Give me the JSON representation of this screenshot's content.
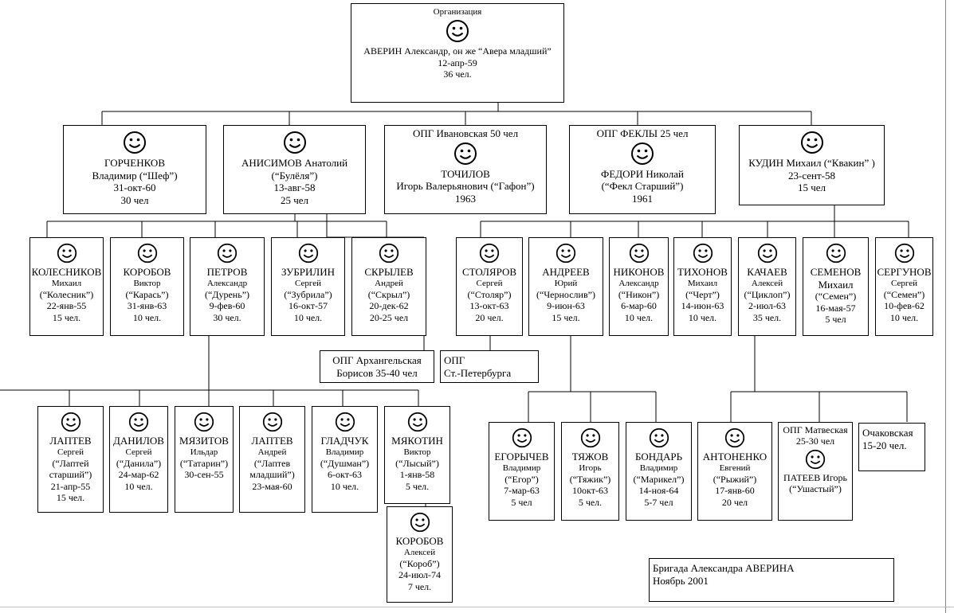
{
  "org": {
    "title": "Организация",
    "name": "АВЕРИН Александр, он же “Авера младший”",
    "date": "12-апр-59",
    "count": "36 чел."
  },
  "level1": {
    "gorchenkov": {
      "l1": "ГОРЧЕНКОВ",
      "l2": "Владимир (“Шеф”)",
      "l3": "31-окт-60",
      "l4": "30 чел"
    },
    "anisimov": {
      "l1": "АНИСИМОВ Анатолий",
      "l2": "(“Булёля”)",
      "l3": "13-авг-58",
      "l4": "25 чел"
    },
    "ivanovskaya": {
      "l0": "ОПГ Ивановская 50 чел",
      "l1": "ТОЧИЛОВ",
      "l2": "Игорь Валерьянович (“Гафон”)",
      "l3": "1963"
    },
    "fekly": {
      "l0": "ОПГ ФЕКЛЫ  25 чел",
      "l1": "ФЕДОРИ Николай",
      "l2": "(“Фекл Старший”)",
      "l3": "1961"
    },
    "kudin": {
      "l1": "КУДИН Михаил (“Квакин” )",
      "l2": "23-сент-58",
      "l3": "15 чел"
    }
  },
  "level2": {
    "kolesnikov": {
      "l1": "КОЛЕСНИКОВ",
      "l2": "Михаил",
      "l3": "(“Колесник”)",
      "l4": "22-янв-55",
      "l5": "15 чел."
    },
    "korobov_v": {
      "l1": "КОРОБОВ",
      "l2": "Виктор",
      "l3": "(“Карась”)",
      "l4": "31-янв-63",
      "l5": "10 чел."
    },
    "petrov": {
      "l1": "ПЕТРОВ",
      "l2": "Александр",
      "l3": "(“Дурень”)",
      "l4": "9-фев-60",
      "l5": "30 чел."
    },
    "zubrilin": {
      "l1": "ЗУБРИЛИН",
      "l2": "Сергей",
      "l3": "(“Зубрила”)",
      "l4": "16-окт-57",
      "l5": "10 чел."
    },
    "skrylev": {
      "l1": "СКРЫЛЕВ",
      "l2": "Андрей",
      "l3": "(“Скрыл”)",
      "l4": "20-дек-62",
      "l5": "20-25 чел"
    },
    "stolyarov": {
      "l1": "СТОЛЯРОВ",
      "l2": "Сергей",
      "l3": "(“Столяр”)",
      "l4": "13-окт-63",
      "l5": "20 чел."
    },
    "andreev": {
      "l1": "АНДРЕЕВ",
      "l2": "Юрий",
      "l3": "(“Чернослив”)",
      "l4": "9-июн-63",
      "l5": "15 чел."
    },
    "nikonov": {
      "l1": "НИКОНОВ",
      "l2": "Александр",
      "l3": "(“Никон”)",
      "l4": "6-мар-60",
      "l5": "10 чел."
    },
    "tikhonov": {
      "l1": "ТИХОНОВ",
      "l2": "Михаил",
      "l3": "(“Черт”)",
      "l4": "14-июн-63",
      "l5": "10 чел."
    },
    "kachaev": {
      "l1": "КАЧАЕВ",
      "l2": "Алексей",
      "l3": "(“Циклоп”)",
      "l4": "2-июл-63",
      "l5": "35 чел."
    },
    "semenov": {
      "l1": "СЕМЕНОВ",
      "l2": "Михаил",
      "l3": "(“Семен”)",
      "l4": "16-мая-57",
      "l5": "5 чел"
    },
    "sergunov": {
      "l1": "СЕРГУНОВ",
      "l2": "Сергей",
      "l3": "(“Семен”)",
      "l4": "10-фев-62",
      "l5": "10 чел."
    }
  },
  "groups": {
    "arkhangelskaya": {
      "l1": "ОПГ Архангельская",
      "l2": "Борисов  35-40 чел"
    },
    "spb": {
      "l1": "ОПГ",
      "l2": "Ст.-Петербурга"
    },
    "ochakovskaya": {
      "l1": "Очаковская",
      "l2": "15-20 чел."
    },
    "matveevskaya": {
      "l1": "ОПГ Матвеская",
      "l2": "25-30 чел",
      "l3": "ПАТЕЕВ Игорь",
      "l4": "(“Ушастый”)"
    }
  },
  "level3": {
    "laptev_s": {
      "l1": "ЛАПТЕВ",
      "l2": "Сергей",
      "l3": "(“Лаптей",
      "l4": "старший”)",
      "l5": "21-апр-55",
      "l6": "15 чел."
    },
    "danilov": {
      "l1": "ДАНИЛОВ",
      "l2": "Сергей",
      "l3": "(“Данила”)",
      "l4": "24-мар-62",
      "l5": "10 чел."
    },
    "myazitov": {
      "l1": "МЯЗИТОВ",
      "l2": "Ильдар",
      "l3": "(“Татарин”)",
      "l4": "30-сен-55"
    },
    "laptev_a": {
      "l1": "ЛАПТЕВ",
      "l2": "Андрей",
      "l3": "(“Лаптев",
      "l4": "младший”)",
      "l5": "23-мая-60"
    },
    "gladchuk": {
      "l1": "ГЛАДЧУК",
      "l2": "Владимир",
      "l3": "(“Душман”)",
      "l4": "6-окт-63",
      "l5": "10 чел."
    },
    "myakotin": {
      "l1": "МЯКОТИН",
      "l2": "Виктор",
      "l3": "(“Лысый”)",
      "l4": "1-янв-58",
      "l5": "5 чел."
    },
    "korobov_a": {
      "l1": "КОРОБОВ",
      "l2": "Алексей",
      "l3": "(“Короб”)",
      "l4": "24-июл-74",
      "l5": "7 чел."
    },
    "egorychev": {
      "l1": "ЕГОРЫЧЕВ",
      "l2": "Владимир",
      "l3": "(“Егор”)",
      "l4": "7-мар-63",
      "l5": "5 чел"
    },
    "tyazhov": {
      "l1": "ТЯЖОВ",
      "l2": "Игорь",
      "l3": "(“Тяжик”)",
      "l4": "10окт-63",
      "l5": "5 чел."
    },
    "bondar": {
      "l1": "БОНДАРЬ",
      "l2": "Владимир",
      "l3": "(“Марикел”)",
      "l4": "14-ноя-64",
      "l5": "5-7 чел"
    },
    "antonenko": {
      "l1": "АНТОНЕНКО",
      "l2": "Евгений",
      "l3": "(“Рыжий”)",
      "l4": "17-янв-60",
      "l5": "20 чел"
    }
  },
  "caption": {
    "l1": "Бригада Александра АВЕРИНА",
    "l2": "Ноябрь 2001"
  },
  "icons": {
    "person": "smiley-face-icon"
  }
}
